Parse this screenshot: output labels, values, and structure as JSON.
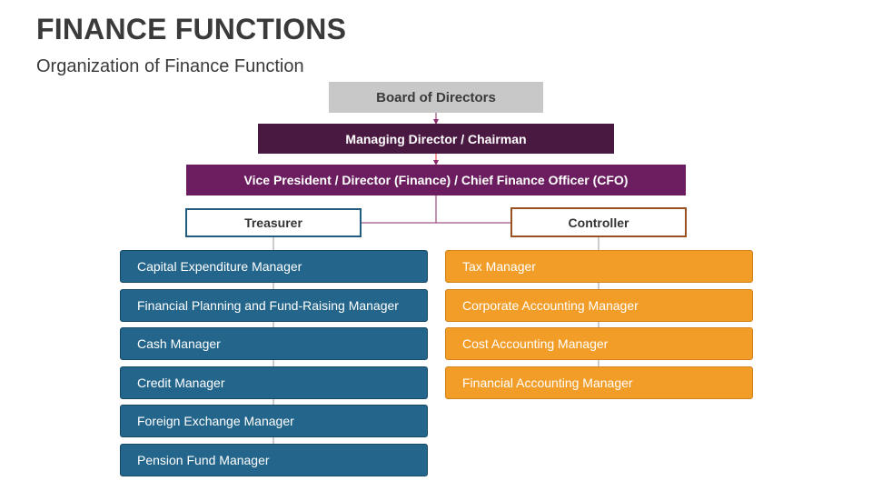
{
  "title": "FINANCE FUNCTIONS",
  "subtitle": "Organization of Finance Function",
  "board": "Board of Directors",
  "managing_director": "Managing Director / Chairman",
  "vice_president": "Vice President / Director (Finance) / Chief Finance Officer (CFO)",
  "treasurer": {
    "label": "Treasurer",
    "reports": [
      "Capital Expenditure Manager",
      "Financial Planning and Fund-Raising Manager",
      "Cash Manager",
      "Credit Manager",
      "Foreign Exchange Manager",
      "Pension Fund Manager"
    ]
  },
  "controller": {
    "label": "Controller",
    "reports": [
      "Tax Manager",
      "Corporate Accounting Manager",
      "Cost Accounting Manager",
      "Financial Accounting Manager"
    ]
  },
  "colors": {
    "board": "#c8c8c8",
    "managing_director": "#4a1942",
    "vice_president": "#6b1d5f",
    "treasurer_branch": "#23658b",
    "controller_branch": "#f29d28",
    "connector": "#8a2a6a"
  }
}
